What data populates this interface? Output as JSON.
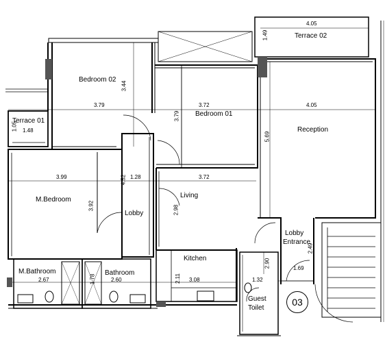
{
  "rooms": {
    "bedroom_02": "Bedroom 02",
    "bedroom_01": "Bedroom 01",
    "terrace_01": "Terrace 01",
    "terrace_02": "Terrace 02",
    "reception": "Reception",
    "m_bedroom": "M.Bedroom",
    "living": "Living",
    "lobby": "Lobby",
    "lobby_entrance_1": "Lobby",
    "lobby_entrance_2": "Entrance",
    "kitchen": "Kitchen",
    "m_bathroom": "M.Bathroom",
    "bathroom": "Bathroom",
    "guest_toilet_1": "Guest",
    "guest_toilet_2": "Toilet"
  },
  "dimensions": {
    "terrace02_w": "4.05",
    "terrace02_h": "1.49",
    "bedroom02_h": "3.44",
    "bedroom02_w": "3.79",
    "bedroom01_w": "3.72",
    "bedroom01_h": "3.79",
    "reception_w": "4.05",
    "reception_h": "5.69",
    "terrace01_h": "1.05",
    "terrace01_w": "1.48",
    "mbed_w": "3.99",
    "mbed_h": "3.92",
    "lobby_h": "4.52",
    "lobby_w": "1.28",
    "living_w": "3.72",
    "living_h": "2.98",
    "entrance_h": "2.49",
    "entrance_w": "1.69",
    "toilet_h": "2.90",
    "toilet_w": "1.32",
    "mbath_w": "2.67",
    "mbath_h": "1.78",
    "bath_w": "2.60",
    "kitchen_h": "2.11",
    "kitchen_w": "3.08"
  },
  "unit_number": "03"
}
